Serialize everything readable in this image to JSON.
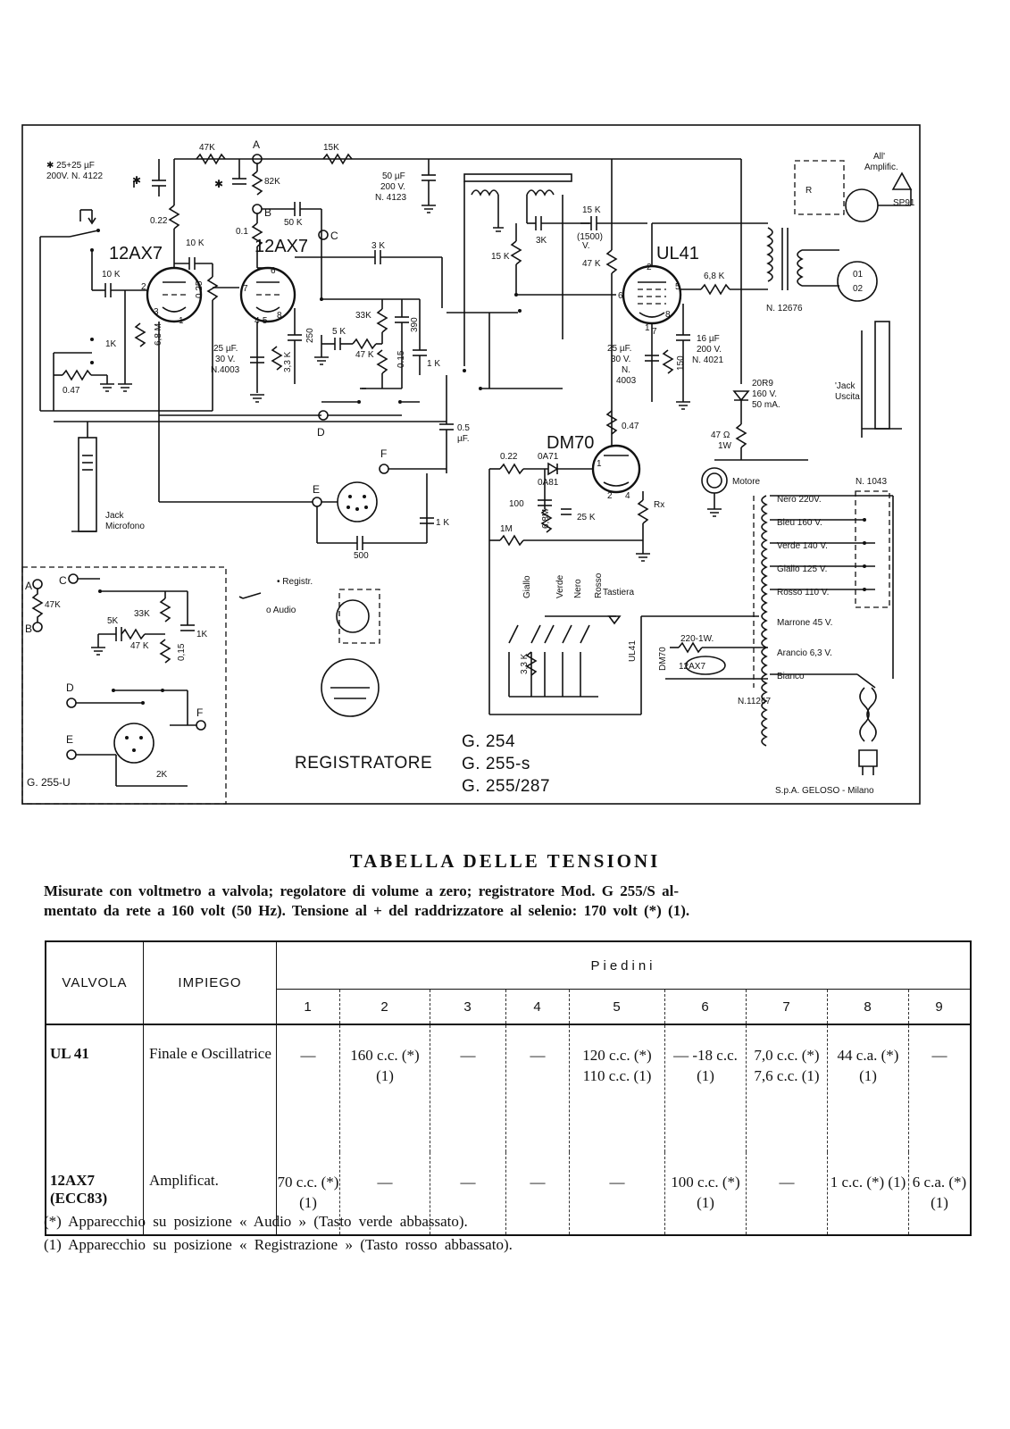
{
  "schematic": {
    "title_prefix": "REGISTRATORE",
    "models": [
      "G. 254",
      "G. 255-s",
      "G. 255/287"
    ],
    "maker": "S.p.A. GELOSO - Milano",
    "inset_label": "G. 255-U",
    "tubes": {
      "v1": "12AX7",
      "v2": "12AX7",
      "v3": "UL41",
      "v4": "DM70"
    },
    "nodes": {
      "a": "A",
      "b": "B",
      "c": "C",
      "d": "D",
      "e": "E",
      "f": "F"
    },
    "components": {
      "c_filter1": "25+25 µF 200V. N. 4122",
      "r_47k_top": "47K",
      "r_15k_top": "15K",
      "r_82k": "82K",
      "c_50k": "50 K",
      "c_50uf": "50 µF 200 V. N. 4123",
      "r_022": "0.22",
      "r_01": "0.1",
      "r_10k_a": "10 K",
      "r_10k_b": "10 K",
      "r_3k": "3 K",
      "pot_025": "0.25",
      "r_1k": "1K",
      "r_68m": "6,8 M",
      "r_047": "0.47",
      "c_25uf": "25 µF 30 V. N.4003",
      "r_33k_a": "3,3 K",
      "c_250": "250",
      "r_33k_b": "33K",
      "r_5k": "5 K",
      "r_47k_mid": "47 K",
      "r_015": "0.15",
      "c_390": "390",
      "r_1k_b": "1 K",
      "c_05uf": "0.5 µF",
      "r_1k_c": "1 K",
      "c_500": "500",
      "r_15k_osc": "15 K",
      "c_1500": "(1500) V.",
      "r_3k_osc": "3K",
      "r_15k_osc2": "15 K",
      "r_47k_osc": "47 K",
      "r_68k": "6,8 K",
      "out_trafo": "N. 12676",
      "c_16uf": "16 µF 200 V. N. 4021",
      "c_25uf_b": "25 µF 30 V. N. 4003",
      "r_150": "150",
      "rect": "20R9 160 V. 50 mA.",
      "r_47n": "47 Ω 1W",
      "r_047_b": "0.47",
      "r_022_b": "0.22",
      "d_0a71": "0A71",
      "d_0a81": "0A81",
      "c_100": "100",
      "r_68m_b": "6,8M",
      "c_25k": "25 K",
      "r_1m": "1M",
      "rx": "Rx",
      "motore": "Motore",
      "power_trafo": "N. 1043",
      "mains_trafo": "N.11267",
      "r_220": "220-1W.",
      "jack_mic": "Jack Microfono",
      "jack_out": "Jack Uscita",
      "all_ampl": "All' Amplific.",
      "sp91": "SP91",
      "registr": "• Registr.",
      "audio": "o Audio",
      "tastiera": "Tastiera",
      "keys": [
        "Giallo",
        "Verde",
        "Nero",
        "Rosso"
      ],
      "inset_33k": "33K",
      "inset_5k": "5K",
      "inset_47k": "47K",
      "inset_47k_b": "47 K",
      "inset_015": "0,15",
      "inset_1k": "1K",
      "inset_2k": "2K"
    },
    "mains_taps": [
      {
        "label": "Nero",
        "volts": "220V."
      },
      {
        "label": "Bleu",
        "volts": "160 V."
      },
      {
        "label": "Verde",
        "volts": "140 V."
      },
      {
        "label": "Giallo",
        "volts": "125 V."
      },
      {
        "label": "Rosso",
        "volts": "110 V."
      },
      {
        "label": "Marrone",
        "volts": "45 V."
      },
      {
        "label": "Arancio",
        "volts": "6,3 V."
      },
      {
        "label": "Bianco",
        "volts": ""
      }
    ]
  },
  "title": "TABELLA DELLE TENSIONI",
  "description": {
    "line1": "Misurate con voltmetro a valvola; regolatore di volume a zero; registratore Mod. G 255/S al-",
    "line2": "mentato da rete a 160 volt (50 Hz). Tensione al + del raddrizzatore al selenio: 170 volt (*) (1)."
  },
  "table": {
    "col_valvola": "VALVOLA",
    "col_impiego": "IMPIEGO",
    "col_piedini": "Piedini",
    "pins": [
      "1",
      "2",
      "3",
      "4",
      "5",
      "6",
      "7",
      "8",
      "9"
    ],
    "rows": [
      {
        "valvola": "UL 41",
        "impiego": "Finale e Oscillatrice",
        "cells": [
          "—",
          "160 c.c. (*) (1)",
          "—",
          "—",
          "120 c.c. (*) 110 c.c. (1)",
          "— -18 c.c. (1)",
          "7,0 c.c. (*) 7,6 c.c. (1)",
          "44 c.a. (*) (1)",
          "—"
        ]
      },
      {
        "valvola": "12AX7 (ECC83)",
        "impiego": "Amplificat.",
        "cells": [
          "70 c.c. (*) (1)",
          "—",
          "—",
          "—",
          "—",
          "100 c.c. (*) (1)",
          "—",
          "1 c.c. (*) (1)",
          "6 c.a. (*) (1)"
        ]
      }
    ]
  },
  "notes": [
    "(*) Apparecchio su posizione « Audio » (Tasto verde abbassato).",
    "(1) Apparecchio su posizione « Registrazione » (Tasto rosso abbassato)."
  ]
}
